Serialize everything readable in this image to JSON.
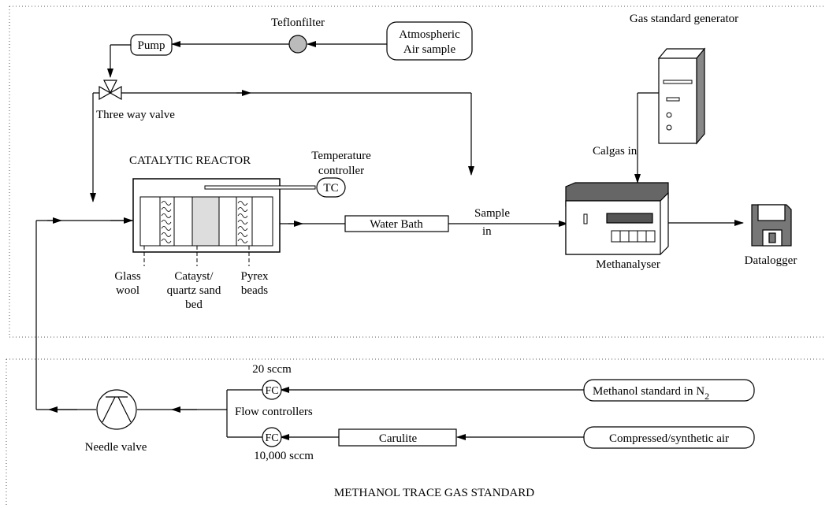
{
  "top_section": {
    "title": "CATALYTIC REACTOR",
    "temperature_controller_line1": "Temperature",
    "temperature_controller_line2": "controller",
    "tc_label": "TC",
    "teflon_filter": "Teflonfilter",
    "pump": "Pump",
    "air_sample_line1": "Atmospheric",
    "air_sample_line2": "Air sample",
    "three_way_valve": "Three way valve",
    "gas_standard_generator": "Gas standard generator",
    "calgas_in": "Calgas in",
    "water_bath": "Water Bath",
    "sample_in_line1": "Sample",
    "sample_in_line2": "in",
    "methanalyser": "Methanalyser",
    "datalogger": "Datalogger",
    "glass_wool_line1": "Glass",
    "glass_wool_line2": "wool",
    "catalyst_line1": "Catayst/",
    "catalyst_line2": "quartz sand",
    "catalyst_line3": "bed",
    "pyrex_line1": "Pyrex",
    "pyrex_line2": "beads"
  },
  "bottom_section": {
    "title": "METHANOL TRACE GAS STANDARD",
    "flow_20": "20 sccm",
    "flow_10000": "10,000 sccm",
    "fc_top": "FC",
    "fc_bottom": "FC",
    "flow_controllers": "Flow controllers",
    "methanol_standard": "Methanol standard in N",
    "methanol_standard_sub": "2",
    "compressed_air": "Compressed/synthetic air",
    "carulite": "Carulite",
    "needle_valve": "Needle valve"
  }
}
